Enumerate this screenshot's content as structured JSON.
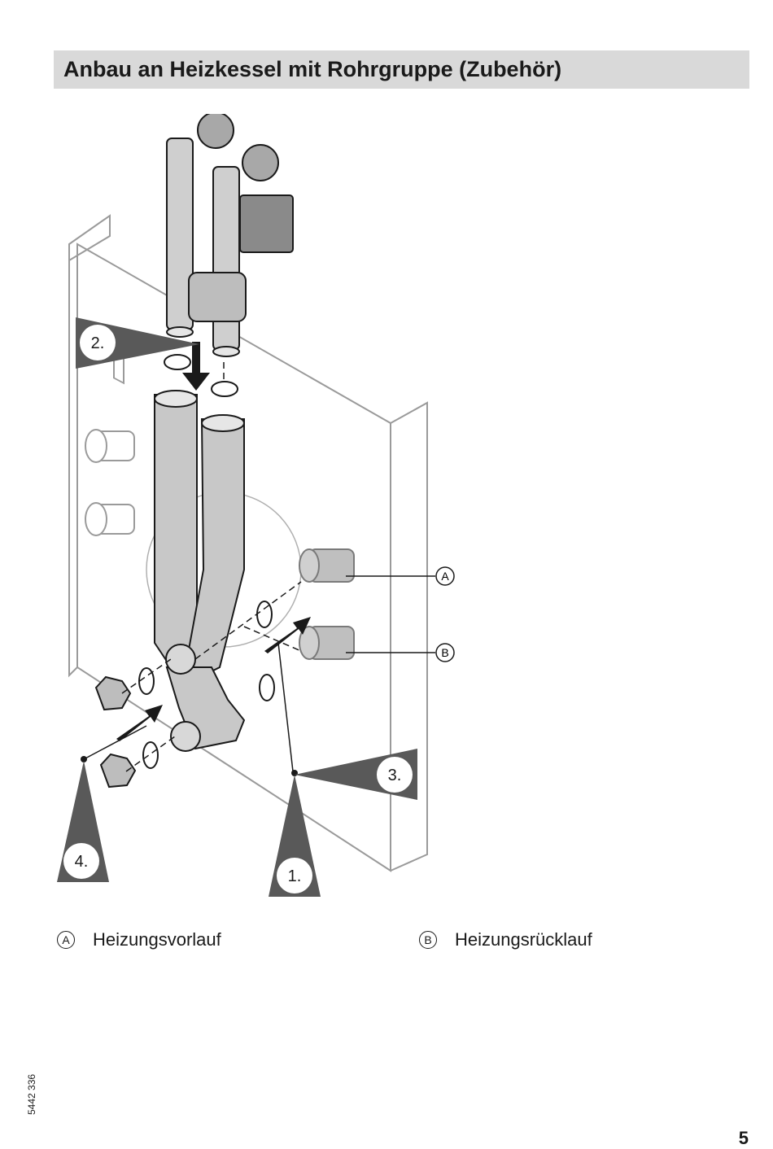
{
  "header": {
    "title": "Anbau an Heizkessel mit Rohrgruppe (Zubehör)"
  },
  "figure": {
    "callouts": {
      "a": "A",
      "b": "B"
    },
    "steps": {
      "s1": "1.",
      "s2": "2.",
      "s3": "3.",
      "s4": "4."
    }
  },
  "legend": {
    "items": [
      {
        "key": "A",
        "label": "Heizungsvorlauf"
      },
      {
        "key": "B",
        "label": "Heizungsrücklauf"
      }
    ]
  },
  "footer": {
    "doc_number": "5442 336",
    "page": "5"
  }
}
